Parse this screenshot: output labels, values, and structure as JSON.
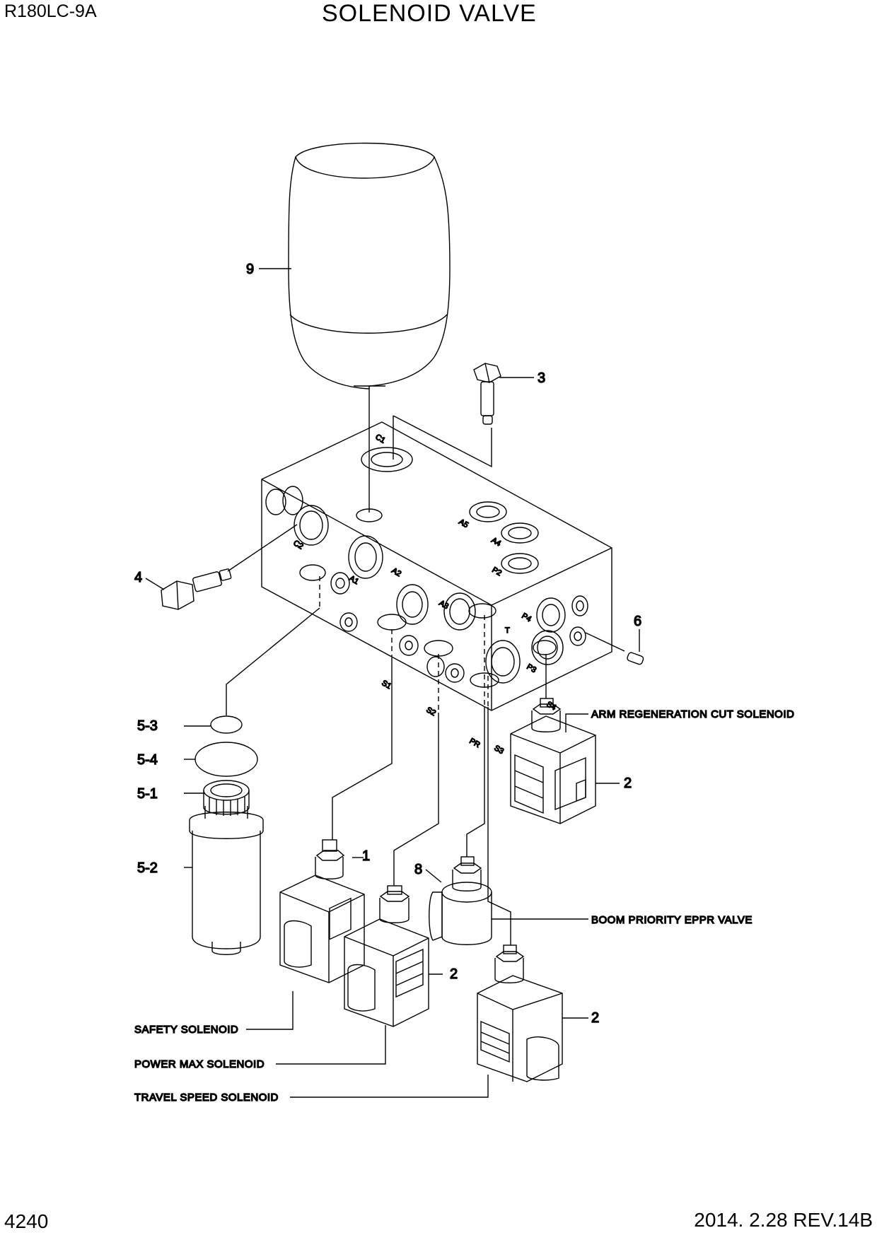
{
  "header": {
    "model": "R180LC-9A",
    "title": "SOLENOID VALVE"
  },
  "footer": {
    "page": "4240",
    "revision": "2014. 2.28  REV.14B"
  },
  "callouts": {
    "c9": "9",
    "c3": "3",
    "c4": "4",
    "c6": "6",
    "c53": "5-3",
    "c54": "5-4",
    "c51": "5-1",
    "c52": "5-2",
    "c1": "1",
    "c8": "8",
    "c2a": "2",
    "c2b": "2",
    "c2c": "2"
  },
  "ports": {
    "C1": "C1",
    "C2": "C2",
    "A1": "A1",
    "A2": "A2",
    "A3": "A3",
    "A4": "A4",
    "A5": "A5",
    "P2": "P2",
    "P3": "P3",
    "P4": "P4",
    "T": "T",
    "S1": "S1",
    "S2": "S2",
    "S3": "S3",
    "S4": "S4",
    "PR": "PR"
  },
  "descriptions": {
    "arm_regen": "ARM REGENERATION CUT SOLENOID",
    "boom_priority": "BOOM PRIORITY EPPR VALVE",
    "safety": "SAFETY SOLENOID",
    "power_max": "POWER MAX SOLENOID",
    "travel_speed": "TRAVEL SPEED SOLENOID"
  }
}
